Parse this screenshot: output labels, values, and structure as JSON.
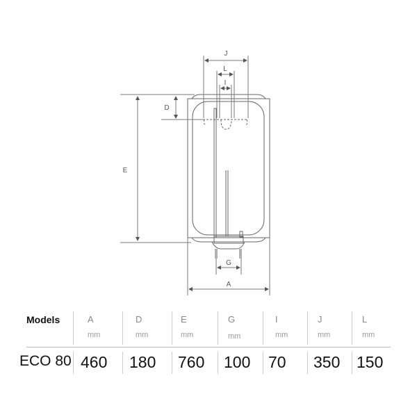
{
  "diagram": {
    "labels": {
      "J": "J",
      "L": "L",
      "I": "I",
      "D": "D",
      "E": "E",
      "G": "G",
      "A": "A"
    }
  },
  "table": {
    "header_label": "Models",
    "columns": [
      {
        "name": "A",
        "unit": "mm"
      },
      {
        "name": "D",
        "unit": "mm"
      },
      {
        "name": "E",
        "unit": "mm"
      },
      {
        "name": "G",
        "unit": "mm"
      },
      {
        "name": "I",
        "unit": "mm"
      },
      {
        "name": "J",
        "unit": "mm"
      },
      {
        "name": "L",
        "unit": "mm"
      }
    ],
    "rows": [
      {
        "model": "ECO 80",
        "values": [
          "460",
          "180",
          "760",
          "100",
          "70",
          "350",
          "150"
        ]
      }
    ]
  }
}
